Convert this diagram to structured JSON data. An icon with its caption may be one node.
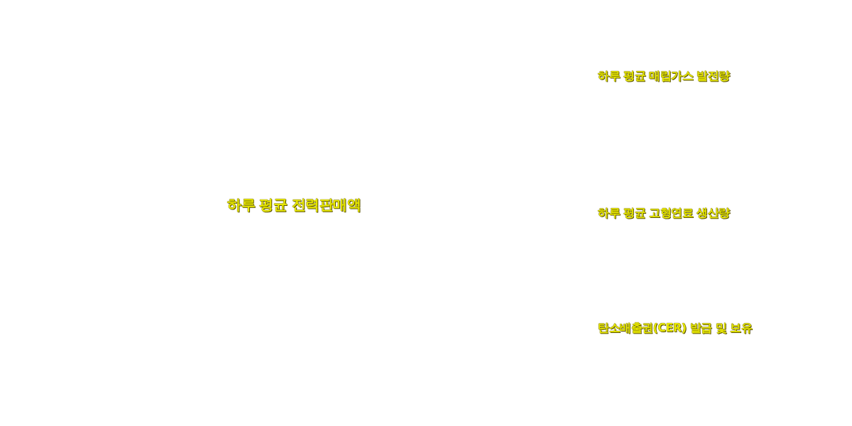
{
  "diagram": {
    "labels": [
      "하루 평균 매립가스 발전량",
      "하루 평균 전력판매액",
      "하루 평균 고형연료 생산량",
      "탄소배출권(CER) 발급 및 보유"
    ]
  }
}
